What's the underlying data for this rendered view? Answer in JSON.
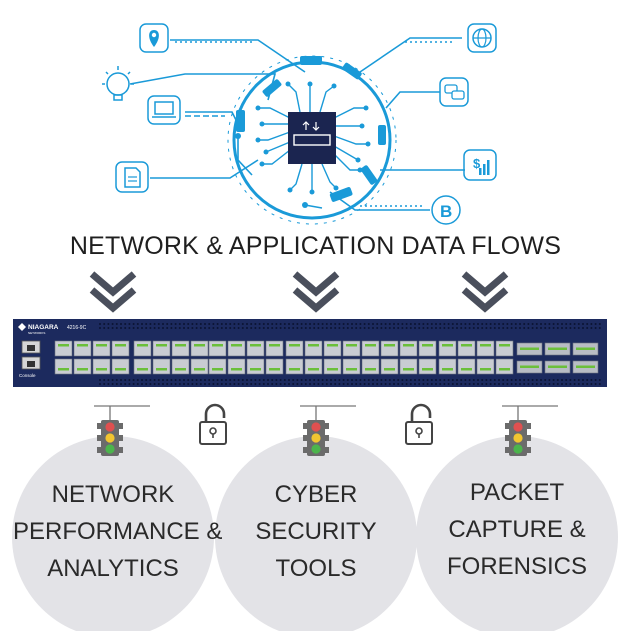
{
  "headline": "NETWORK & APPLICATION DATA FLOWS",
  "switch_device": {
    "brand": "NIAGARA",
    "brand_sub": "NETWORKS",
    "model": "4216-9C",
    "console_label": "Console"
  },
  "top_icons": [
    {
      "name": "location-pin-icon",
      "side": "left"
    },
    {
      "name": "lightbulb-icon",
      "side": "left"
    },
    {
      "name": "laptop-icon",
      "side": "left"
    },
    {
      "name": "document-icon",
      "side": "left"
    },
    {
      "name": "globe-icon",
      "side": "right"
    },
    {
      "name": "chat-bubbles-icon",
      "side": "right"
    },
    {
      "name": "dollar-chart-icon",
      "side": "right"
    },
    {
      "name": "bitcoin-icon",
      "side": "right"
    }
  ],
  "tools": [
    {
      "lines": [
        "NETWORK",
        "PERFORMANCE &",
        "ANALYTICS"
      ]
    },
    {
      "lines": [
        "CYBER",
        "SECURITY",
        "TOOLS"
      ]
    },
    {
      "lines": [
        "PACKET",
        "CAPTURE &",
        "FORENSICS"
      ]
    }
  ],
  "colors": {
    "accent_blue": "#1a9ad8",
    "chip_navy": "#1b2550",
    "chevron_gray": "#4a4f5c",
    "switch_navy": "#1c2a5e",
    "circle_fill": "#e3e3e7",
    "light_red": "#e05050",
    "light_yellow": "#f2c530",
    "light_green": "#4cb54c"
  }
}
